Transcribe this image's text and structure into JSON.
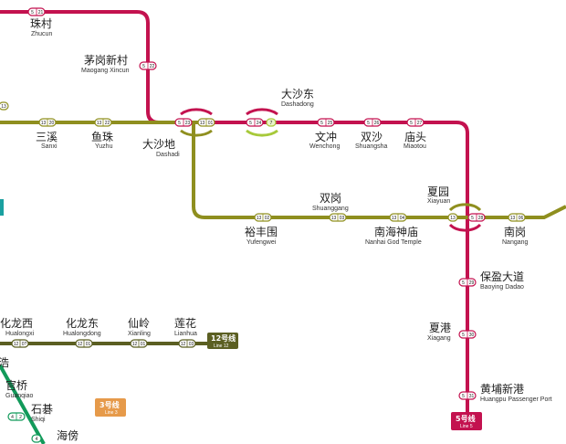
{
  "colors": {
    "line5": "#c3124f",
    "line13": "#8f8f1f",
    "line12": "#5b5f22",
    "line3": "#e69a4a",
    "line4": "#129a5a",
    "line13_light": "#a7c93a",
    "teal": "#1aa0a0"
  },
  "stations": {
    "zhucun": {
      "zh": "珠村",
      "en": "Zhucun",
      "code": "5|21"
    },
    "maogang": {
      "zh": "茅岗新村",
      "en": "Maogang Xincun",
      "code": "5|22"
    },
    "dashadi": {
      "zh": "大沙地",
      "en": "Dashadi",
      "code5": "5|23",
      "code13": "13|01"
    },
    "dashadong": {
      "zh": "大沙东",
      "en": "Dashadong",
      "code5": "5|24",
      "code7": "7"
    },
    "wenchong": {
      "zh": "文冲",
      "en": "Wenchong",
      "code": "5|25"
    },
    "shuangsha": {
      "zh": "双沙",
      "en": "Shuangsha",
      "code": "5|26"
    },
    "miaotou": {
      "zh": "庙头",
      "en": "Miaotou",
      "code": "5|27"
    },
    "xiayuan": {
      "zh": "夏园",
      "en": "Xiayuan",
      "code13": "13",
      "code5": "5|28"
    },
    "nangang": {
      "zh": "南岗",
      "en": "Nangang",
      "code": "13|06"
    },
    "baoying": {
      "zh": "保盈大道",
      "en": "Baoying Dadao",
      "code": "5|29"
    },
    "xiagang": {
      "zh": "夏港",
      "en": "Xiagang",
      "code": "5|30"
    },
    "huangpu": {
      "zh": "黄埔新港",
      "en": "Huangpu Passenger Port",
      "code": "5|31"
    },
    "sanxi": {
      "zh": "三溪",
      "en": "Sanxi",
      "code": "13|20"
    },
    "yuzhu": {
      "zh": "鱼珠",
      "en": "Yuzhu",
      "code": "13|22"
    },
    "left13": {
      "code": "13"
    },
    "yufengwei": {
      "zh": "裕丰围",
      "en": "Yufengwei",
      "code": "13|02"
    },
    "shuanggang": {
      "zh": "双岗",
      "en": "Shuanggang",
      "code": "13|03"
    },
    "nanhai": {
      "zh": "南海神庙",
      "en": "Nanhai God Temple",
      "code": "13|04"
    },
    "hualongxi": {
      "zh": "化龙西",
      "en": "Hualongxi",
      "code": "12|0?"
    },
    "hualongdong": {
      "zh": "化龙东",
      "en": "Hualongdong",
      "code": "12|01"
    },
    "xianling": {
      "zh": "仙岭",
      "en": "Xianling",
      "code": "12|01"
    },
    "lianhua": {
      "zh": "莲花",
      "en": "Lianhua",
      "code": "12|03"
    },
    "guanqiao": {
      "zh": "官桥",
      "en": "Guanqiao"
    },
    "shiqi": {
      "zh": "石碁",
      "en": "Shiqi",
      "code": "4|2"
    },
    "haibang": {
      "zh": "海傍",
      "code": "4"
    },
    "hao": {
      "zh": "浩"
    }
  },
  "legends": {
    "line12": {
      "zh": "12号线",
      "en": "Line 12"
    },
    "line3": {
      "zh": "3号线",
      "en": "Line 3"
    },
    "line5": {
      "zh": "5号线",
      "en": "Line 5"
    }
  }
}
